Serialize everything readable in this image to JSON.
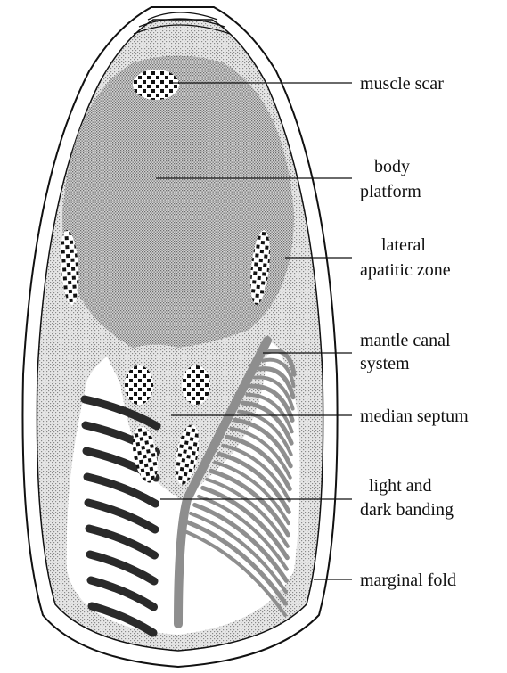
{
  "diagram": {
    "labels": {
      "muscle_scar": "muscle scar",
      "body_platform_1": "body",
      "body_platform_2": "platform",
      "lateral_zone_1": "lateral",
      "lateral_zone_2": "apatitic zone",
      "mantle_canal_1": "mantle canal",
      "mantle_canal_2": "system",
      "median_septum": "median septum",
      "banding_1": "light and",
      "banding_2": "dark banding",
      "marginal_fold": "marginal fold"
    },
    "colors": {
      "outline": "#111111",
      "stipple_light": "#e4e4e4",
      "stipple_dark": "#c6c6c6",
      "dark_band": "#2a2a2a",
      "canal": "#8e8e8e",
      "scar_dot": "#111111"
    }
  }
}
